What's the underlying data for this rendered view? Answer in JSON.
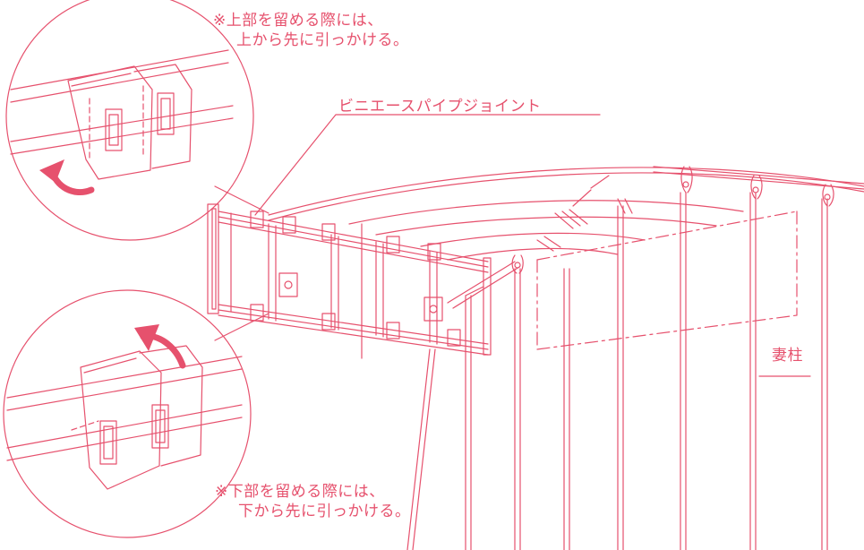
{
  "notes": {
    "top_line1": "※上部を留める際には、",
    "top_line2": "上から先に引っかける。",
    "bottom_line1": "※下部を留める際には、",
    "bottom_line2": "下から先に引っかける。"
  },
  "labels": {
    "joint": "ビニエースパイプジョイント",
    "post": "妻柱"
  },
  "colors": {
    "accent": "#e6516d",
    "line": "#e6516d",
    "background": "#ffffff"
  },
  "icons": {
    "top_arrow": "curved-arrow-up-icon",
    "bottom_arrow": "curved-arrow-up-icon"
  }
}
